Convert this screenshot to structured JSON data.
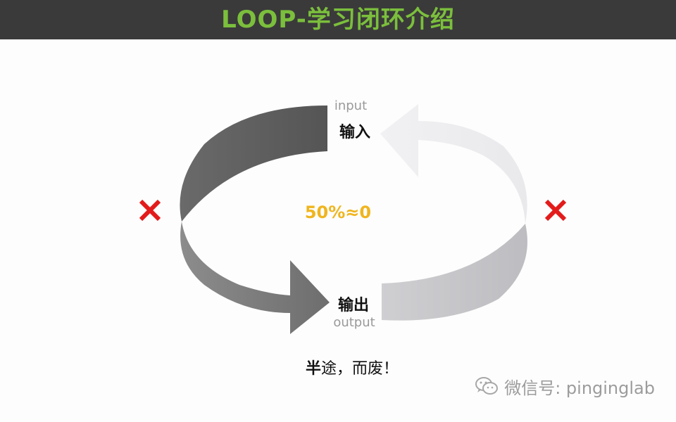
{
  "header": {
    "title_en": "LOOP-",
    "title_cn": "学习闭环介绍",
    "title_color": "#7bbf3c"
  },
  "diagram": {
    "input_en": "input",
    "input_cn": "输入",
    "output_cn": "输出",
    "output_en": "output",
    "center_text": "50%≈0",
    "center_color": "#f0b51e",
    "left_mark": "cross-icon",
    "right_mark": "cross-icon",
    "mark_color": "#e31b1b",
    "arrow_dark_color": "#5e5e5e",
    "arrow_light_color": "#d8d8dc"
  },
  "caption": {
    "part1": "半",
    "part2": "途，而废！"
  },
  "watermark": {
    "icon": "wechat-icon",
    "text": "微信号: pinginglab"
  }
}
